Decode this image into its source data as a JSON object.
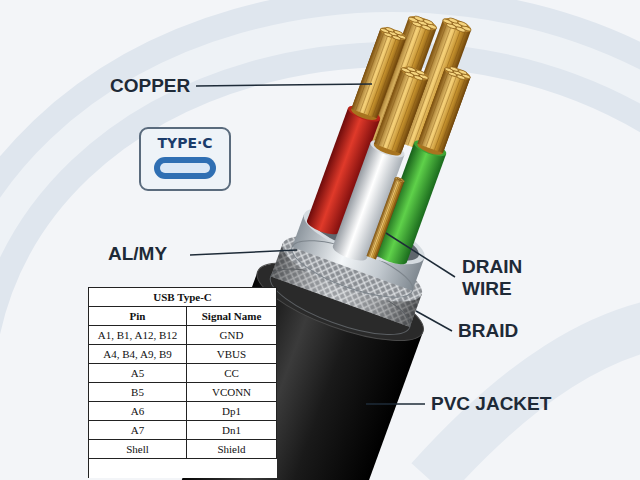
{
  "diagram": {
    "labels": [
      "COPPER",
      "TYPE·C",
      "AL/MY",
      "DRAIN WIRE",
      "BRAID",
      "PVC JACKET",
      "USB Type-C",
      "Pin",
      "Signal Name",
      "A1, B1, A12, B12",
      "GND",
      "A4, B4, A9, B9",
      "VBUS",
      "A5",
      "CC",
      "B5",
      "VCONN",
      "A6",
      "Dp1",
      "A7",
      "Dn1",
      "Shell",
      "Shield"
    ]
  }
}
